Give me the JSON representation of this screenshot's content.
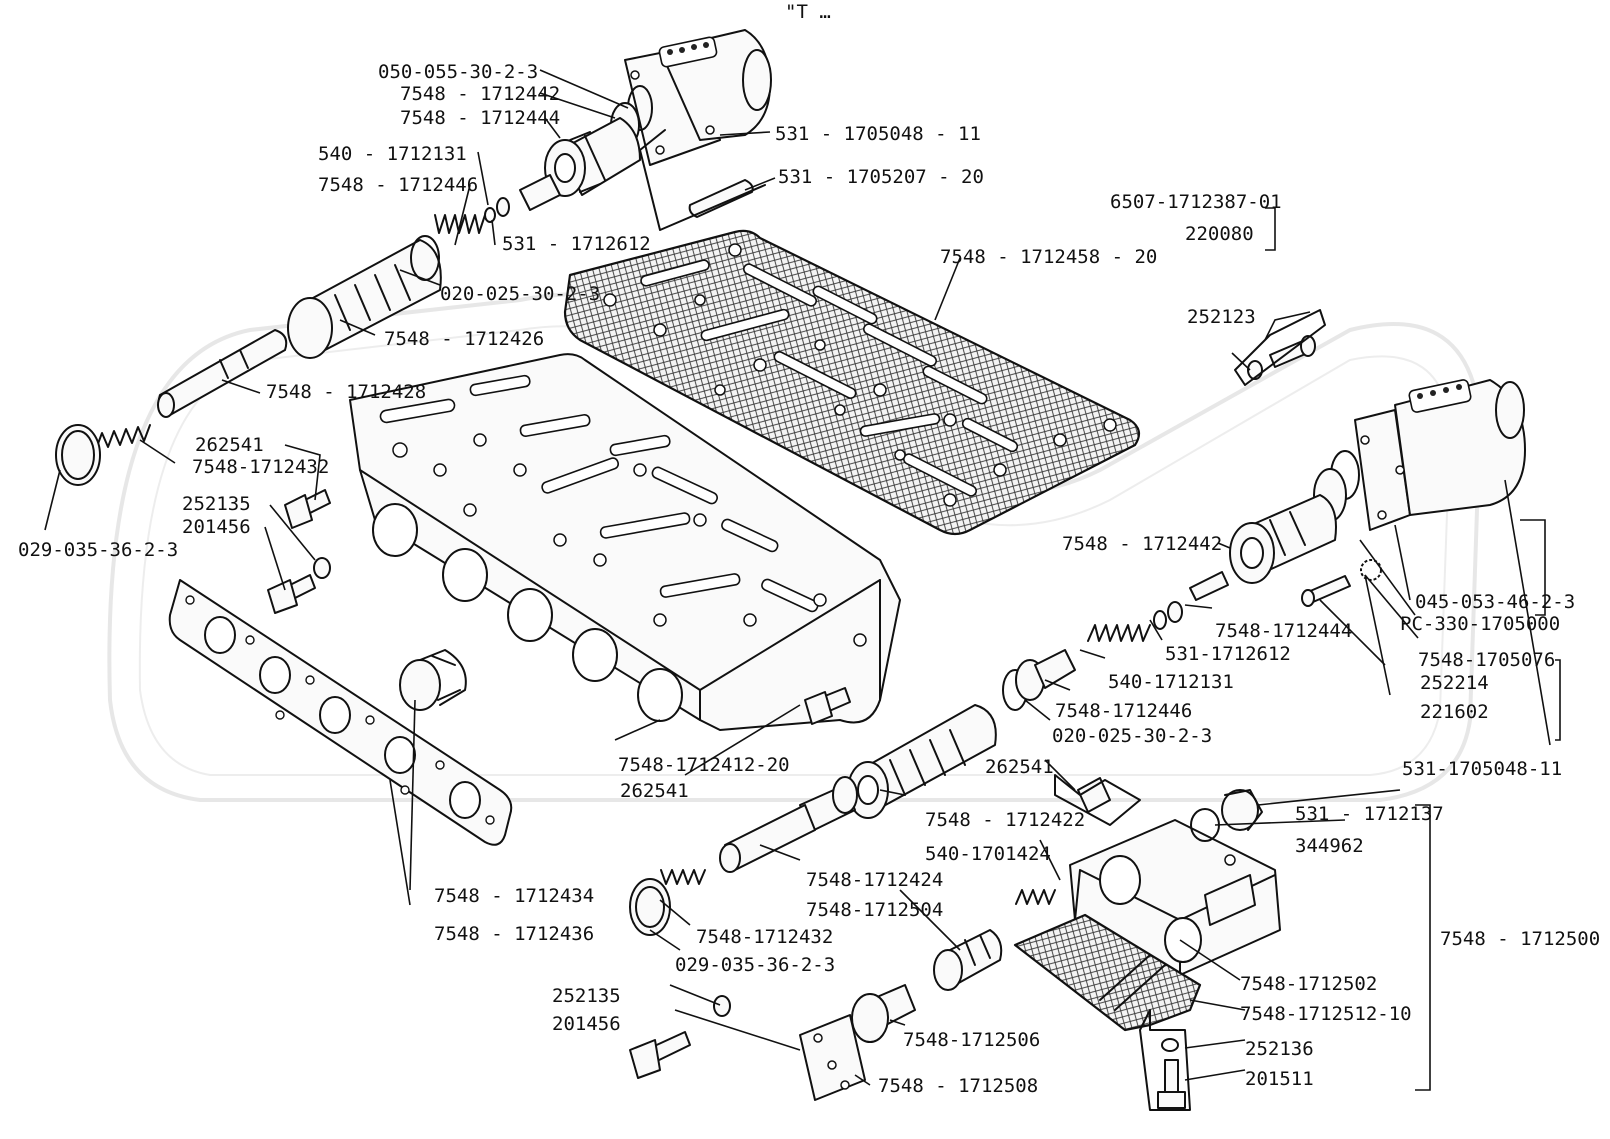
{
  "labels": {
    "top_mark": "\"Т …",
    "p_050_055": "050-055-30-2-3",
    "p_7548_1712442_top": "7548 - 1712442",
    "p_7548_1712444_top": "7548 - 1712444",
    "p_540_1712131_top": "540 - 1712131",
    "p_7548_1712446_top": "7548 - 1712446",
    "p_531_1705048_top": "531 - 1705048 - 11",
    "p_531_1705207": "531 - 1705207 - 20",
    "p_531_1712612_top": "531 - 1712612",
    "p_7548_1712458": "7548 - 1712458 - 20",
    "p_6507_1712387": "6507-1712387-01",
    "p_220080": "220080",
    "p_020_025_top": "020-025-30-2-3",
    "p_7548_1712426": "7548 - 1712426",
    "p_252123": "252123",
    "p_7548_1712428": "7548 - 1712428",
    "p_262541_left": "262541",
    "p_7548_1712432_left": "7548-1712432",
    "p_252135_left": "252135",
    "p_201456_left": "201456",
    "p_029_035_left": "029-035-36-2-3",
    "p_7548_1712442_right": "7548 - 1712442",
    "p_7548_1712444_right": "7548-1712444",
    "p_531_1712612_right": "531-1712612",
    "p_045_053": "045-053-46-2-3",
    "p_pc_330": "PC-330-1705000",
    "p_7548_1705076": "7548-1705076",
    "p_252214": "252214",
    "p_540_1712131_right": "540-1712131",
    "p_221602": "221602",
    "p_7548_1712446_right": "7548-1712446",
    "p_020_025_right": "020-025-30-2-3",
    "p_7548_1712412": "7548-1712412-20",
    "p_262541_mid": "262541",
    "p_262541_right": "262541",
    "p_531_1705048_right": "531-1705048-11",
    "p_7548_1712422": "7548 - 1712422",
    "p_531_1712137": "531 - 1712137",
    "p_344962": "344962",
    "p_540_1701424": "540-1701424",
    "p_7548_1712424": "7548-1712424",
    "p_7548_1712504": "7548-1712504",
    "p_7548_1712434": "7548 - 1712434",
    "p_7548_1712436": "7548 - 1712436",
    "p_7548_1712432_bottom": "7548-1712432",
    "p_029_035_bottom": "029-035-36-2-3",
    "p_7548_1712500": "7548 - 1712500",
    "p_7548_1712502": "7548-1712502",
    "p_7548_1712512": "7548-1712512-10",
    "p_252135_bottom": "252135",
    "p_201456_bottom": "201456",
    "p_7548_1712506": "7548-1712506",
    "p_252136": "252136",
    "p_201511": "201511",
    "p_7548_1712508": "7548 - 1712508"
  }
}
